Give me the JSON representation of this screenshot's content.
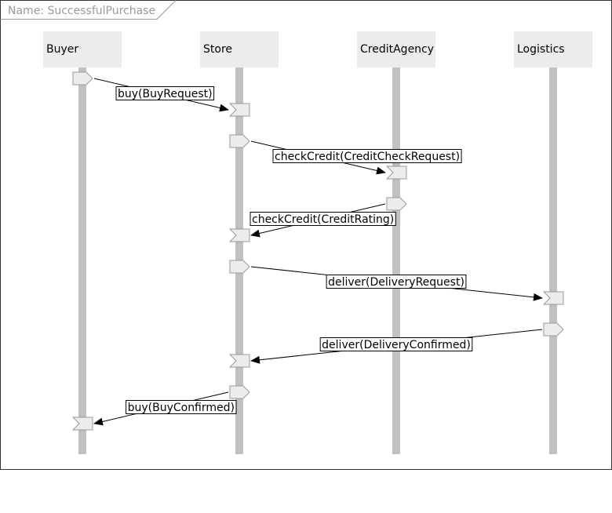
{
  "diagram": {
    "name_tag": "Name: SuccessfulPurchase",
    "lifelines": [
      {
        "id": "buyer",
        "label": "Buyer"
      },
      {
        "id": "store",
        "label": "Store"
      },
      {
        "id": "credit",
        "label": "CreditAgency"
      },
      {
        "id": "logistics",
        "label": "Logistics"
      }
    ],
    "messages": [
      {
        "from": "buyer",
        "to": "store",
        "label": "buy(BuyRequest)"
      },
      {
        "from": "store",
        "to": "credit",
        "label": "checkCredit(CreditCheckRequest)"
      },
      {
        "from": "credit",
        "to": "store",
        "label": "checkCredit(CreditRating)"
      },
      {
        "from": "store",
        "to": "logistics",
        "label": "deliver(DeliveryRequest)"
      },
      {
        "from": "logistics",
        "to": "store",
        "label": "deliver(DeliveryConfirmed)"
      },
      {
        "from": "store",
        "to": "buyer",
        "label": "buy(BuyConfirmed)"
      }
    ]
  },
  "colors": {
    "lifeline_bar": "#c0c0c0",
    "header_fill": "#ececec",
    "shape_fill": "#ececec",
    "shape_stroke": "#9a9a9a",
    "frame_stroke": "#333333",
    "name_text": "#9a9a9a",
    "text": "#000000"
  }
}
